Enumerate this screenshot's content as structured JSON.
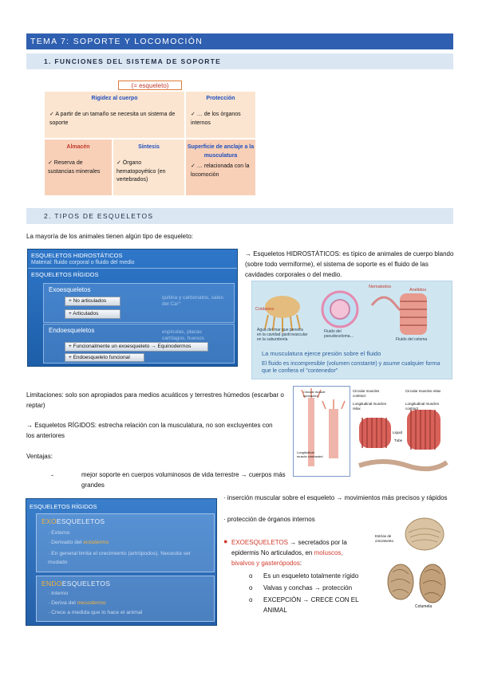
{
  "headers": {
    "tema": "TEMA 7: SOPORTE Y LOCOMOCIÓN",
    "s1": "1.   FUNCIONES DEL SISTEMA DE SOPORTE",
    "s2": "2.   TIPOS DE ESQUELETOS"
  },
  "funciones": {
    "tag": "(= esqueleto)",
    "rigidez_title": "Rigidez al cuerpo",
    "rigidez_text": "✓ A partir de un tamaño se necesita un sistema de soporte",
    "proteccion_title": "Protección",
    "proteccion_text": "✓ … de los órganos internos",
    "almacen_title": "Almacén",
    "almacen_text": "✓ Reserva de sustancias minerales",
    "sintesis_title": "Síntesis",
    "sintesis_text": "✓ Órgano hematopoyético (en vertebrados)",
    "superficie_title": "Superficie de anclaje a la musculatura",
    "superficie_text": "✓ … relacionada con la locomoción"
  },
  "intro": "La mayoría de los animales tienen algún tipo de esqueleto:",
  "panel1": {
    "hidro": "ESQUELETOS HIDROSTÁTICOS",
    "material": "Material: fluido corporal o fluido del medio",
    "rigidos": "ESQUELETOS RÍGIDOS",
    "exo": "Exoesqueletos",
    "no_art": "+ No articulados",
    "art": "+ Articulados",
    "exo_note": "quitina y carbonatos, sales del Ca²⁺",
    "endo": "Endoesqueletos",
    "endo_note": "espículas, placas cartílagos, huesos",
    "func_exo": "+ Funcionalmente un exoesqueleto → Equinodermos",
    "endo_func": "+ Endoesqueleto funcional"
  },
  "hidro_text": "→ Esqueletos HIDROSTÁTICOS: es típico de animales de cuerpo blando (sobre todo vermiforme), el sistema de soporte es el fluido de las cavidades corporales o del medio.",
  "fig1": {
    "nematodos": "Nematodos",
    "cnidarios": "Cnidarios",
    "anelidos": "Anélidos",
    "agua": "Agua del mar que penetra en la cavidad gastrovascular en la subumbrela",
    "pseudo": "Fluido del pseudoceloma…",
    "celoma": "Fluido del celoma",
    "line1": "La musculatura ejerce presión sobre el fluido",
    "line2a": "El fluido es incompresible (volumen constante) y asume cualquier",
    "line2b": "forma que le confiera el \"contenedor\""
  },
  "fig2": {
    "circular": "Circular muscles contract",
    "circular_r": "Circular muscles relax",
    "longitudinal": "Longitudinal muscles relax",
    "longitudinal_c": "Longitudinal muscles contract",
    "liquid": "Liquid",
    "tube": "Tube",
    "circ_small": "Circular muscle contracted",
    "long_small": "Longitudinal muscle contracted"
  },
  "limitaciones": "Limitaciones: solo son apropiados para medios acuáticos y terrestres húmedos (escarbar o reptar)",
  "rigidos_text": "→ Esqueletos RÍGIDOS: estrecha relación con la musculatura, no son excluyentes con los anteriores",
  "ventajas": "Ventajas:",
  "v1": "mejor soporte en cuerpos voluminosos de vida terrestre → cuerpos más grandes",
  "v2": "· inserción muscular sobre el esqueleto → movimientos más precisos y rápidos",
  "v3": "· protección de órganos internos",
  "panel2": {
    "title": "ESQUELETOS RÍGIDOS",
    "exo_pre": "EXO",
    "exo_post": "ESQUELETOS",
    "externo": "· Externo",
    "deriv_exo_a": "· Derivado del ",
    "deriv_exo_b": "ectodermo",
    "exo_mudas": "· En general limita el crecimiento (artrópodos). Necesita ser mudado",
    "endo_pre": "ENDO",
    "endo_post": "ESQUELETOS",
    "interno": "· Interno",
    "deriv_endo_a": "· Deriva del ",
    "deriv_endo_b": "mesodermo",
    "crece": "· Crece a medida que lo hace el animal"
  },
  "exo_list": {
    "title_a": "EXOESQUELETOS",
    "title_b": " → secretados por la epidermis No articulados, en ",
    "moluscos": "moluscos, bivalvos y gasterópodos",
    "colon": ":",
    "i1": "Es un esqueleto totalmente rígido",
    "i2": "Valvas y conchas → protección",
    "i3": "EXCEPCIÓN → CRECE CON EL ANIMAL"
  },
  "shells": {
    "estrias": "Estrías de crecimiento",
    "columela": "Columela"
  }
}
